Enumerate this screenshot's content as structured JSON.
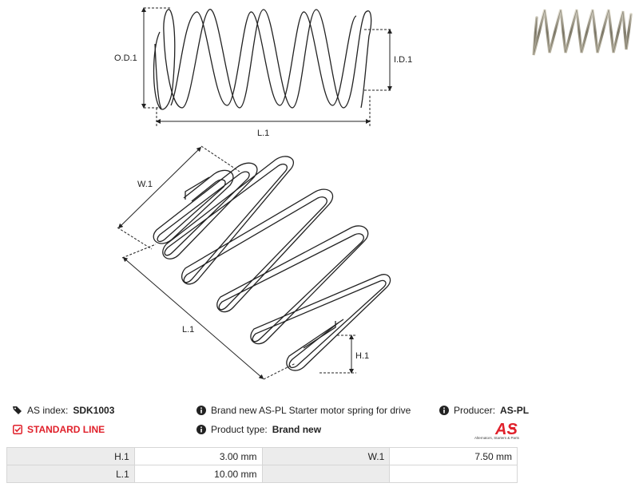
{
  "drawing": {
    "labels": {
      "od": "O.D.1",
      "id": "I.D.1",
      "l_top": "L.1",
      "w": "W.1",
      "l_bottom": "L.1",
      "h": "H.1"
    }
  },
  "info": {
    "as_index_label": "AS index:",
    "as_index_value": "SDK1003",
    "line_label": "STANDARD LINE",
    "description": "Brand new AS-PL Starter motor spring for drive",
    "product_type_label": "Product type:",
    "product_type_value": "Brand new",
    "producer_label": "Producer:",
    "producer_value": "AS-PL"
  },
  "logo": {
    "mark": "AS",
    "tagline": "Alternators, Starters & Parts"
  },
  "specs": {
    "rows": [
      {
        "k1": "H.1",
        "v1": "3.00 mm",
        "k2": "W.1",
        "v2": "7.50 mm"
      },
      {
        "k1": "L.1",
        "v1": "10.00 mm",
        "k2": "",
        "v2": ""
      }
    ]
  },
  "colors": {
    "accent_red": "#e0212b",
    "line": "#222222",
    "table_key_bg": "#ececec"
  }
}
